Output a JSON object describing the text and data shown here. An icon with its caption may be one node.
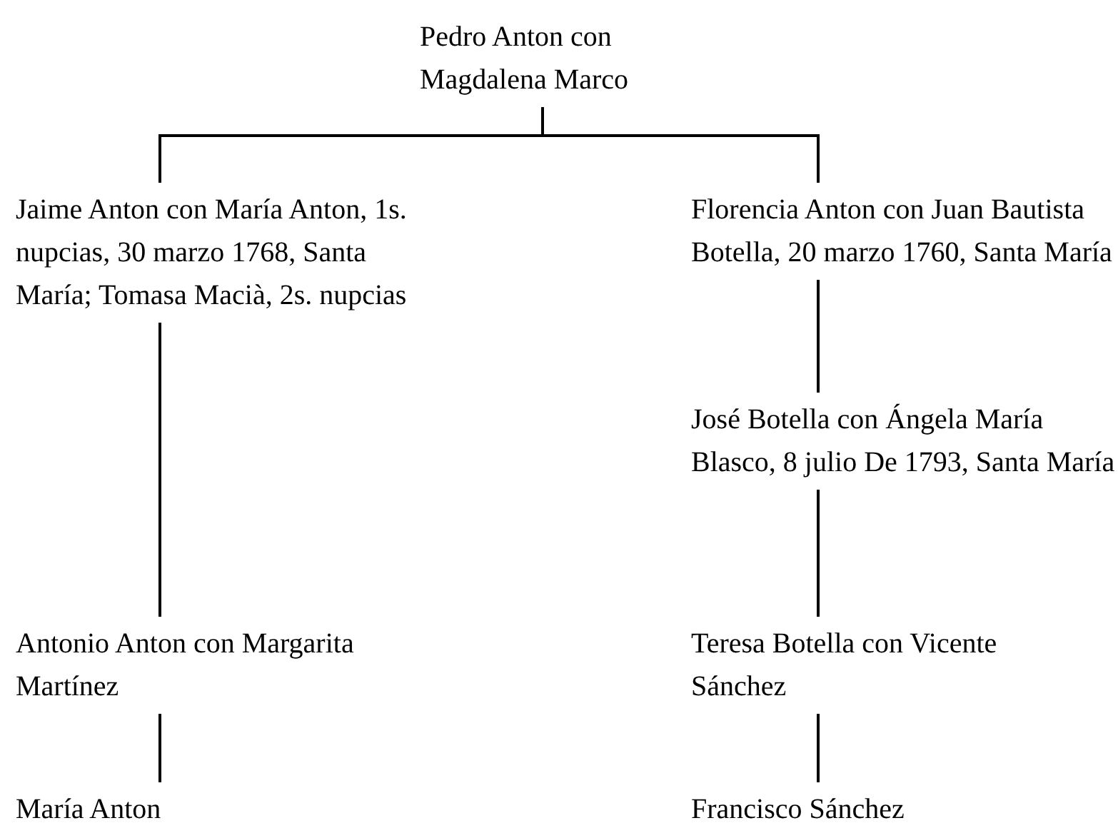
{
  "diagram": {
    "nodes": [
      {
        "text": [
          "Pedro Anton con Magdalena Marco"
        ]
      },
      {
        "text": [
          "Jaime Anton con María Anton, 1s. nupcias, 30 marzo 1768, Santa María; Tomasa Macià, 2s. nupcias"
        ]
      },
      {
        "text": [
          "Florencia Anton con Juan Bautista Botella, 20 marzo 1760, Santa María"
        ]
      },
      {
        "text": [
          "José Botella con Ángela María Blasco, 8 julio De 1793, Santa María"
        ]
      },
      {
        "text": [
          "Antonio Anton con Margarita Martínez"
        ]
      },
      {
        "text": [
          "Teresa Botella con Vicente Sánchez"
        ]
      },
      {
        "text": [
          "María Anton"
        ]
      },
      {
        "text": [
          "Francisco Sánchez"
        ]
      }
    ],
    "edges": [
      {
        "from": 0,
        "to": 1,
        "arrow": "none"
      },
      {
        "from": 0,
        "to": 2,
        "arrow": "none"
      },
      {
        "from": 2,
        "to": 3,
        "arrow": "none"
      },
      {
        "from": 1,
        "to": 4,
        "arrow": "none"
      },
      {
        "from": 3,
        "to": 5,
        "arrow": "none"
      },
      {
        "from": 4,
        "to": 6,
        "arrow": "none"
      },
      {
        "from": 5,
        "to": 7,
        "arrow": "none"
      }
    ]
  }
}
